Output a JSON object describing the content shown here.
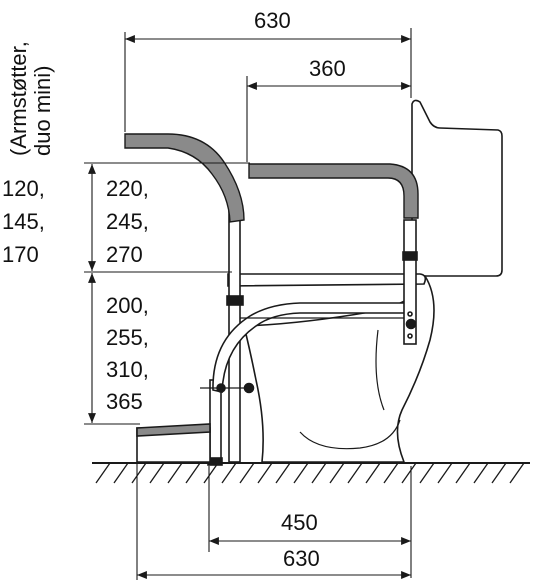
{
  "dimensions": {
    "top_width": "630",
    "top_inner": "360",
    "bottom_inner": "450",
    "bottom_width": "630"
  },
  "heights": {
    "armrest_duo_mini": [
      "120,",
      "145,",
      "170"
    ],
    "armrest_standard": [
      "220,",
      "245,",
      "270"
    ],
    "seat_heights": [
      "200,",
      "255,",
      "310,",
      "365"
    ]
  },
  "side_label": {
    "line1": "(Armstøtter,",
    "line2": "duo mini)"
  },
  "colors": {
    "line": "#1a1a1a",
    "armrest_fill": "#8a8a8a",
    "toilet_fill": "#ffffff"
  }
}
